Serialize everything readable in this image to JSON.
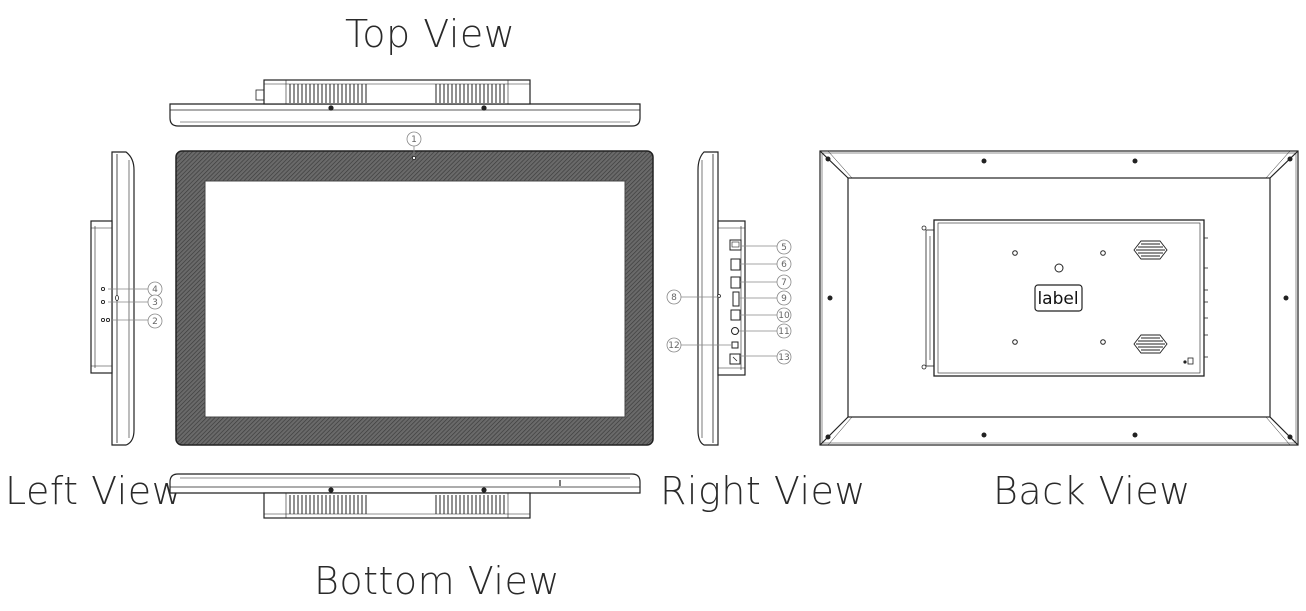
{
  "titles": {
    "top": "Top View",
    "left": "Left View",
    "right": "Right View",
    "back": "Back View",
    "bottom": "Bottom View"
  },
  "back_label": "label",
  "callouts": {
    "c1": "1",
    "c2": "2",
    "c3": "3",
    "c4": "4",
    "c5": "5",
    "c6": "6",
    "c7": "7",
    "c8": "8",
    "c9": "9",
    "c10": "10",
    "c11": "11",
    "c12": "12",
    "c13": "13"
  },
  "colors": {
    "line": "#222222",
    "bezel": "#555555",
    "callout": "#888888"
  }
}
